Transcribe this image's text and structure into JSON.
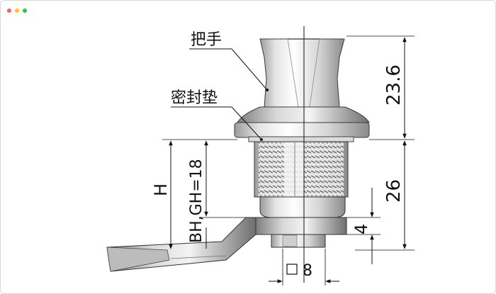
{
  "window": {
    "traffic_lights": [
      "#ff5f57",
      "#febc2e",
      "#28c840"
    ]
  },
  "callouts": {
    "handle": "把手",
    "gasket": "密封垫"
  },
  "dimensions": {
    "top_height": "23.6",
    "body_height": "26",
    "small_gap": "4",
    "h_label": "H",
    "bh_gh": "BH,GH=18",
    "square_drive": "8"
  }
}
